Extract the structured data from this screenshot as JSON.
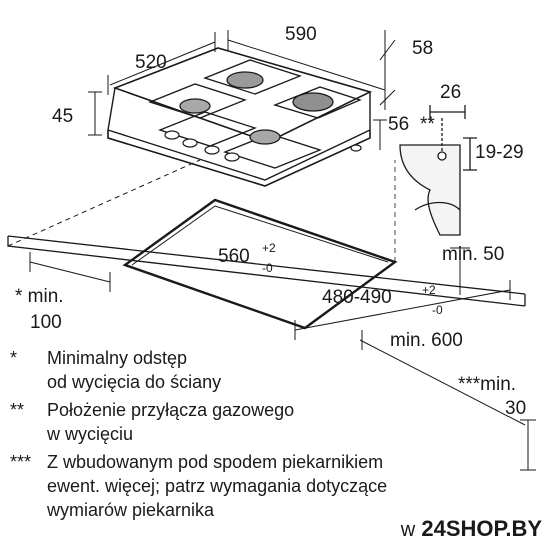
{
  "dimensions": {
    "width_520": "520",
    "width_590": "590",
    "depth_58": "58",
    "height_45": "45",
    "offset_56": "56",
    "conn_26": "26",
    "conn_star": "**",
    "conn_range": "19-29",
    "min_50": "min. 50",
    "cutout_560": "560",
    "cutout_560_tol_up": "+2",
    "cutout_560_tol_down": "-0",
    "cutout_480": "480-490",
    "cutout_480_tol_up": "+2",
    "cutout_480_tol_down": "-0",
    "min_600": "min. 600",
    "star_min": "* min.",
    "val_100": "100",
    "triple_min": "***min.",
    "val_30": "30"
  },
  "notes": [
    {
      "mark": "*",
      "lines": [
        "Minimalny odstęp",
        "od wycięcia do ściany"
      ]
    },
    {
      "mark": "**",
      "lines": [
        "Położenie przyłącza gazowego",
        "w wycięciu"
      ]
    },
    {
      "mark": "***",
      "lines": [
        "Z wbudowanym pod spodem piekarnikiem",
        "ewent. więcej; patrz wymagania dotyczące",
        "wymiarów piekarnika"
      ]
    }
  ],
  "brand": {
    "prefix": "w",
    "name": "24SHOP.BY"
  }
}
